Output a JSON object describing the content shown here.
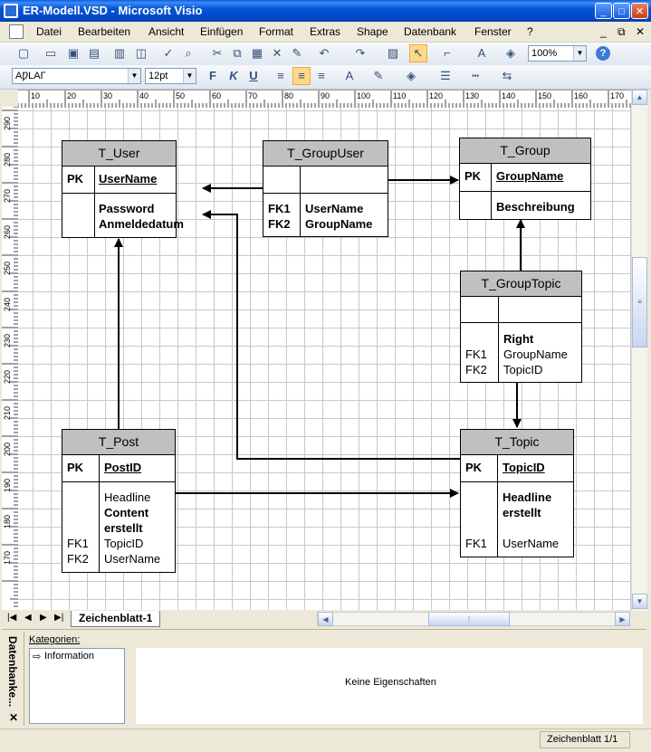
{
  "window": {
    "title": "ER-Modell.VSD - Microsoft Visio"
  },
  "menu": [
    "Datei",
    "Bearbeiten",
    "Ansicht",
    "Einfügen",
    "Format",
    "Extras",
    "Shape",
    "Datenbank",
    "Fenster",
    "?"
  ],
  "toolbar": {
    "zoom": "100%",
    "font_name": "AǷLAΓ",
    "font_size": "12pt"
  },
  "ruler": {
    "top": [
      "10",
      "20",
      "30",
      "40",
      "50",
      "60",
      "70",
      "80",
      "90",
      "100",
      "110",
      "120",
      "130",
      "140",
      "150",
      "160",
      "170"
    ],
    "left": [
      "290",
      "280",
      "270",
      "260",
      "250",
      "240",
      "230",
      "220",
      "210",
      "200",
      "190",
      "180",
      "170"
    ]
  },
  "entities": {
    "user": {
      "title": "T_User",
      "pk_tag": "PK",
      "pk": "UserName",
      "attr1": "Password",
      "attr2": "Anmeldedatum"
    },
    "groupuser": {
      "title": "T_GroupUser",
      "fk1_tag": "FK1",
      "fk2_tag": "FK2",
      "fk1": "UserName",
      "fk2": "GroupName"
    },
    "group": {
      "title": "T_Group",
      "pk_tag": "PK",
      "pk": "GroupName",
      "attr1": "Beschreibung"
    },
    "grouptopic": {
      "title": "T_GroupTopic",
      "attr1": "Right",
      "fk1_tag": "FK1",
      "fk2_tag": "FK2",
      "fk1": "GroupName",
      "fk2": "TopicID"
    },
    "post": {
      "title": "T_Post",
      "pk_tag": "PK",
      "pk": "PostID",
      "attr1": "Headline",
      "attr2": "Content",
      "attr3": "erstellt",
      "fk1_tag": "FK1",
      "fk2_tag": "FK2",
      "fk1": "TopicID",
      "fk2": "UserName"
    },
    "topic": {
      "title": "T_Topic",
      "pk_tag": "PK",
      "pk": "TopicID",
      "attr1": "Headline",
      "attr2": "erstellt",
      "fk1_tag": "FK1",
      "fk1": "UserName"
    }
  },
  "page_tab": "Zeichenblatt-1",
  "props": {
    "title": "Datenbanke...",
    "categories_label": "Kategorien:",
    "category_item": "Information",
    "empty_text": "Keine Eigenschaften"
  },
  "status": {
    "page": "Zeichenblatt 1/1"
  }
}
